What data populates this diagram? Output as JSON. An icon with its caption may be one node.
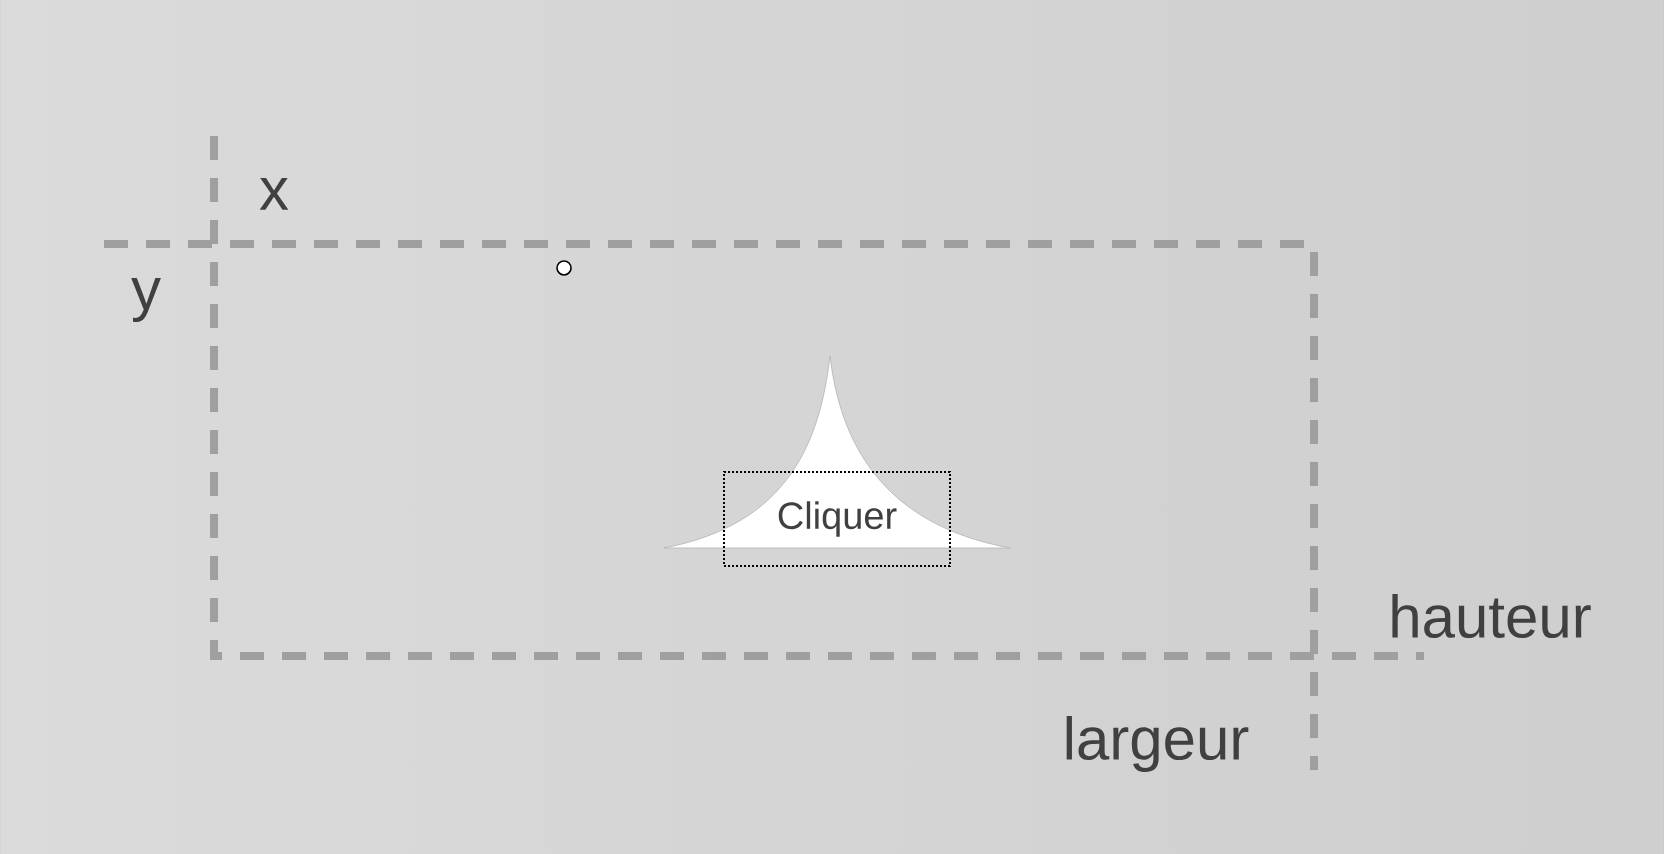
{
  "diagram": {
    "nodes": [
      {
        "text": [
          "Cliquer"
        ]
      }
    ],
    "labels": [
      "x",
      "y",
      "hauteur",
      "largeur"
    ]
  }
}
